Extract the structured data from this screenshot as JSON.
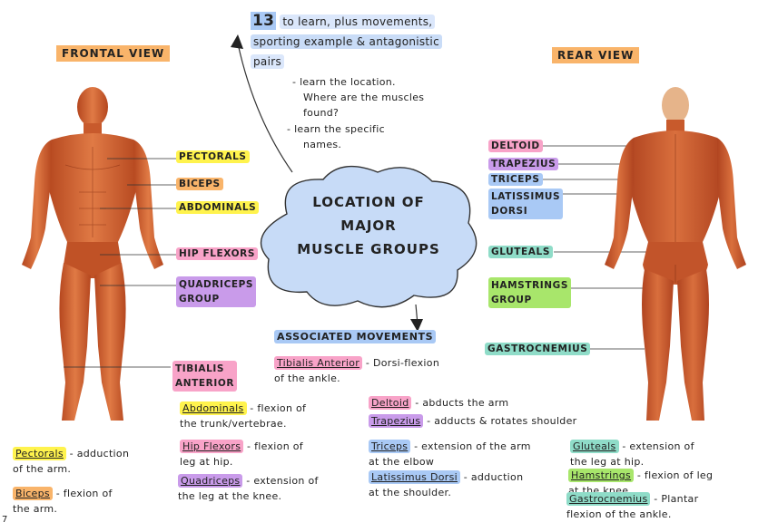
{
  "colors": {
    "yellow": "#fff34d",
    "orange": "#f9b46a",
    "pink": "#f8a3c8",
    "purple": "#c99bea",
    "green": "#a8e66b",
    "blue": "#a9c9f5",
    "teal": "#8fdcc8",
    "cloud": "#c7dbf7"
  },
  "headings": {
    "frontal": "FRONTAL VIEW",
    "rear": "REAR VIEW"
  },
  "top_note": {
    "count": "13",
    "line1": "to learn, plus movements,",
    "line2": "sporting example & antagonistic",
    "line3": "pairs"
  },
  "bullets": {
    "b1_l1": "- learn the location.",
    "b1_l2": "Where are the muscles",
    "b1_l3": "found?",
    "b2_l1": "- learn the specific",
    "b2_l2": "names."
  },
  "cloud": {
    "line1": "LOCATION OF",
    "line2": "MAJOR",
    "line3": "MUSCLE GROUPS"
  },
  "front_labels": {
    "pectorals": "PECTORALS",
    "biceps": "BICEPS",
    "abdominals": "ABDOMINALS",
    "hip_flexors": "HIP FLEXORS",
    "quadriceps_l1": "QUADRICEPS",
    "quadriceps_l2": "GROUP",
    "tibialis_l1": "TIBIALIS",
    "tibialis_l2": "ANTERIOR"
  },
  "rear_labels": {
    "deltoid": "DELTOID",
    "trapezius": "TRAPEZIUS",
    "triceps": "TRICEPS",
    "latissimus_l1": "LATISSIMUS",
    "latissimus_l2": "DORSI",
    "gluteals": "GLUTEALS",
    "hamstrings_l1": "HAMSTRINGS",
    "hamstrings_l2": "GROUP",
    "gastrocnemius": "GASTROCNEMIUS"
  },
  "movements": {
    "heading": "ASSOCIATED MOVEMENTS",
    "tibialis_name": "Tibialis Anterior",
    "tibialis_desc1": "- Dorsi-flexion",
    "tibialis_desc2": "of the ankle.",
    "abdominals_name": "Abdominals",
    "abdominals_desc1": "- flexion of",
    "abdominals_desc2": "the trunk/vertebrae.",
    "hip_name": "Hip Flexors",
    "hip_desc1": "- flexion of",
    "hip_desc2": "leg at hip.",
    "quad_name": "Quadriceps",
    "quad_desc1": "- extension of",
    "quad_desc2": "the leg at the knee.",
    "pect_name": "Pectorals",
    "pect_desc1": "- adduction",
    "pect_desc2": "of the arm.",
    "biceps_name": "Biceps",
    "biceps_desc1": "- flexion of",
    "biceps_desc2": "the arm.",
    "deltoid_name": "Deltoid",
    "deltoid_desc": "- abducts the arm",
    "trap_name": "Trapezius",
    "trap_desc": "- adducts & rotates shoulder",
    "triceps_name": "Triceps",
    "triceps_desc1": "- extension of the arm",
    "triceps_desc2": "at the elbow",
    "lat_name": "Latissimus Dorsi",
    "lat_desc1": "- adduction",
    "lat_desc2": "at the shoulder.",
    "glut_name": "Gluteals",
    "glut_desc1": "- extension of",
    "glut_desc2": "the leg at hip.",
    "ham_name": "Hamstrings",
    "ham_desc1": "- flexion of leg",
    "ham_desc2": "at the knee",
    "gastro_name": "Gastrocnemius",
    "gastro_desc1": "- Plantar",
    "gastro_desc2": "flexion of the ankle."
  },
  "page_number": "7"
}
